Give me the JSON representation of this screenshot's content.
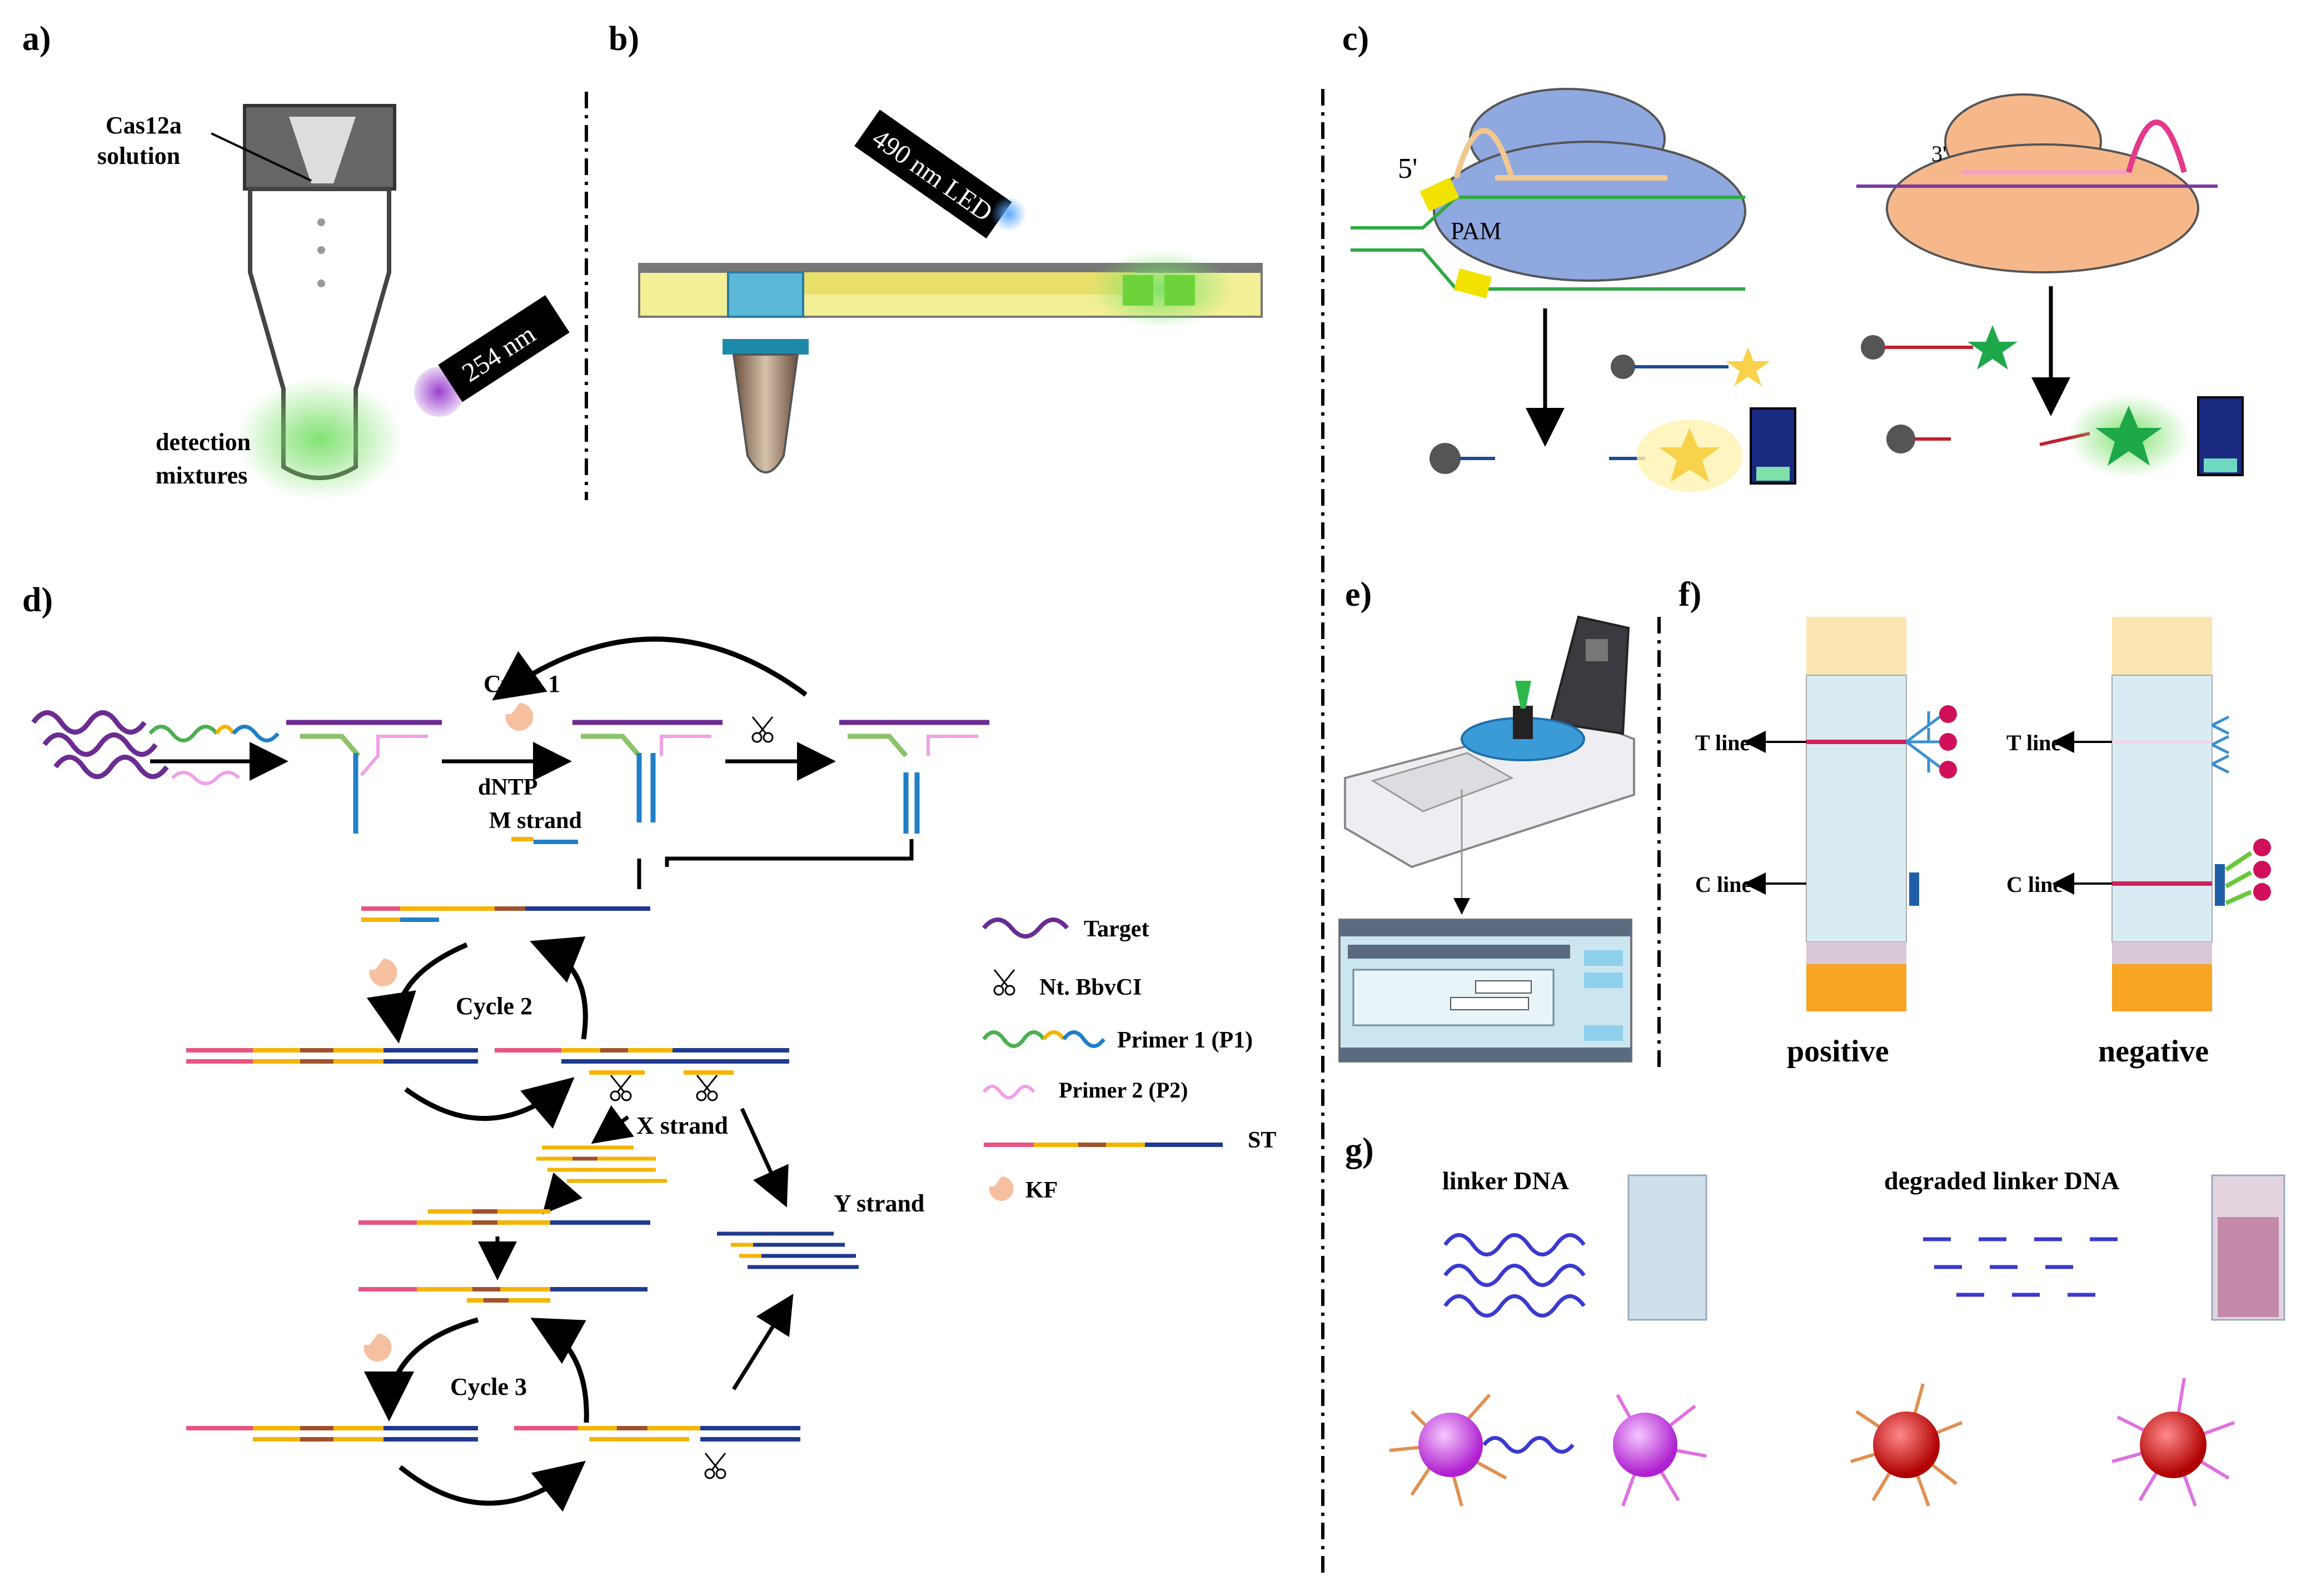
{
  "panels": {
    "a": {
      "label": "a)",
      "cas_label_1": "Cas12a",
      "cas_label_2": "solution",
      "uv_label": "254 nm",
      "det_label_1": "detection",
      "det_label_2": "mixtures"
    },
    "b": {
      "label": "b)",
      "led_label": "490 nm LED"
    },
    "c": {
      "label": "c)",
      "five_prime": "5'",
      "pam": "PAM",
      "three_prime": "3'"
    },
    "d": {
      "label": "d)",
      "cycle1": "Cycle 1",
      "cycle2": "Cycle 2",
      "cycle3": "Cycle 3",
      "dntp": "dNTP",
      "m_strand": "M strand",
      "x_strand": "X strand",
      "y_strand": "Y strand",
      "legend": {
        "target": "Target",
        "nt": "Nt. BbvCI",
        "p1": "Primer 1 (P1)",
        "p2": "Primer 2 (P2)",
        "st": "ST",
        "kf": "KF"
      }
    },
    "e": {
      "label": "e)"
    },
    "f": {
      "label": "f)",
      "t_line": "T line",
      "c_line": "C line",
      "positive": "positive",
      "negative": "negative"
    },
    "g": {
      "label": "g)",
      "linker": "linker DNA",
      "degraded": "degraded linker DNA"
    }
  },
  "colors": {
    "purple": "#6a2c91",
    "green": "#4caf50",
    "blue": "#1f7fc7",
    "pink": "#e75480",
    "orange": "#f5b400",
    "brown": "#a0522d",
    "navy": "#1f3a8f"
  }
}
